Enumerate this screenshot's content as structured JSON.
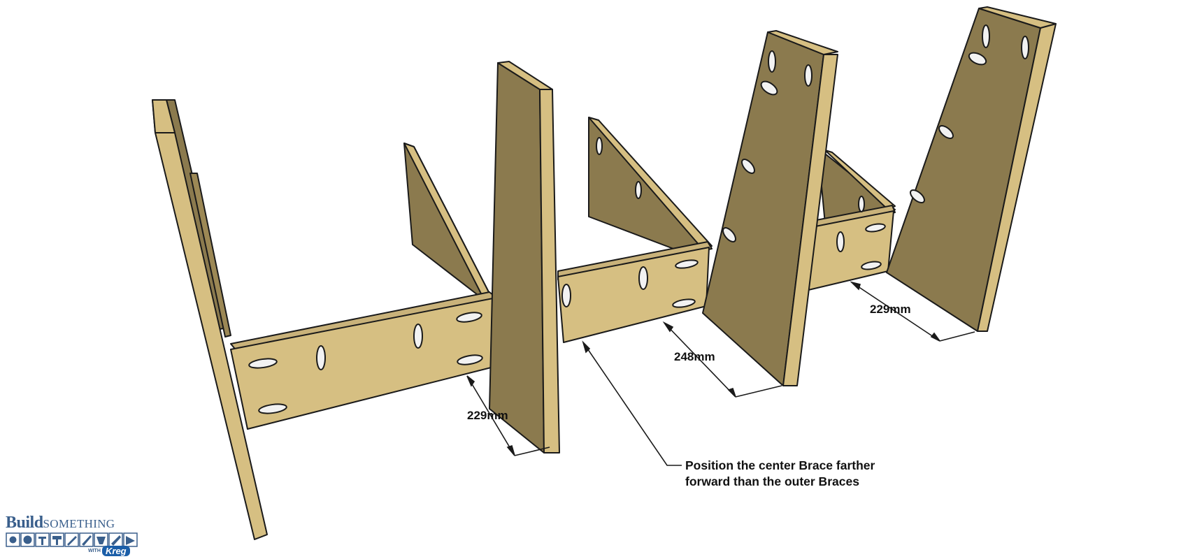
{
  "dimensions": [
    {
      "label": "229mm"
    },
    {
      "label": "248mm"
    },
    {
      "label": "229mm"
    }
  ],
  "note": {
    "line1": "Position the center Brace farther",
    "line2": "forward than the outer Braces"
  },
  "logo": {
    "build": "Build",
    "something": "SOMETHING",
    "with": "WITH",
    "kreg": "Kreg"
  },
  "colors": {
    "wood_light": "#d6bf82",
    "wood_dark": "#8b7a4e",
    "edge": "#1a1a1a",
    "logo_blue": "#3a5f8c",
    "kreg_blue": "#1b5ea8"
  }
}
